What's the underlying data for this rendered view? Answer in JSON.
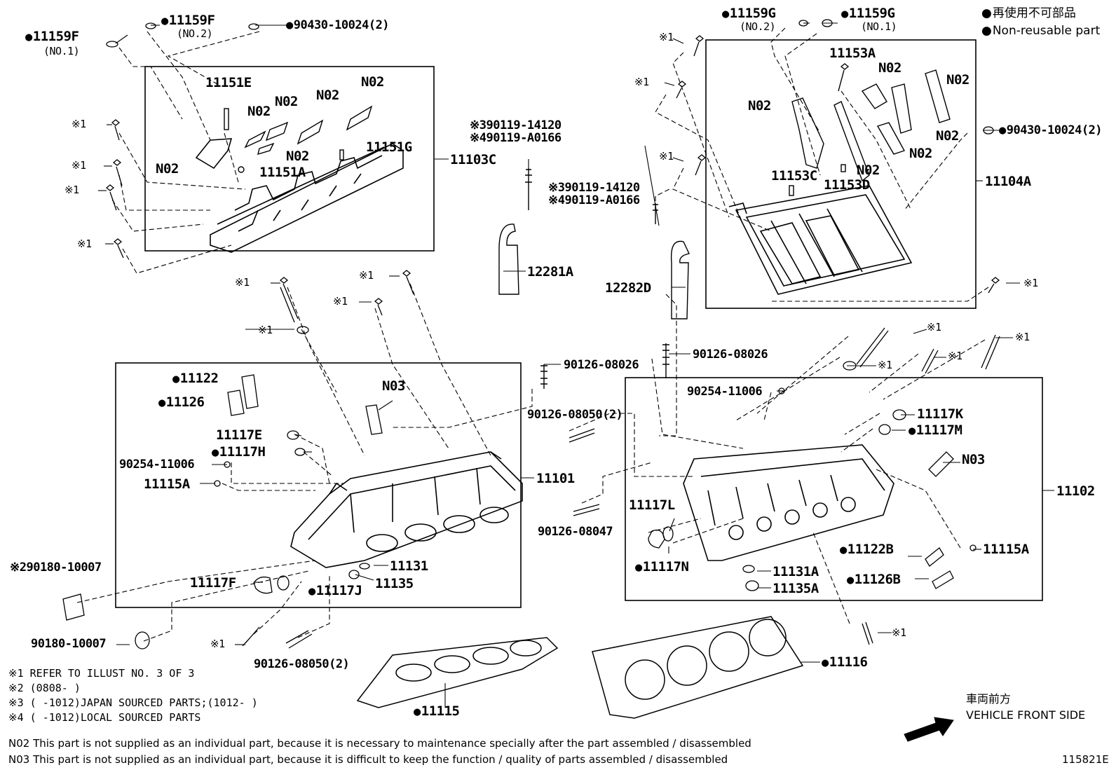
{
  "legend": {
    "japanese": "再使用不可部品",
    "english": "Non-reusable part",
    "front_jp": "車両前方",
    "front_en": "VEHICLE FRONT SIDE"
  },
  "labels": {
    "p11159F_1": "11159F",
    "p11159F_1_sub": "(NO.1)",
    "p11159F_2": "11159F",
    "p11159F_2_sub": "(NO.2)",
    "p90430_L": "90430-10024(2)",
    "p11151E": "11151E",
    "n02_a": "N02",
    "n02_b": "N02",
    "n02_c": "N02",
    "n02_d": "N02",
    "n02_e": "N02",
    "n02_f": "N02",
    "p11151G": "11151G",
    "p11151A": "11151A",
    "p11103C": "11103C",
    "x1_a": "※1",
    "x1_b": "※1",
    "x1_c": "※1",
    "x1_d": "※1",
    "p390119_L": "※390119-14120",
    "p490119_L": "※490119-A0166",
    "p12281A": "12281A",
    "x1_e": "※1",
    "x1_f": "※1",
    "x1_g": "※1",
    "x1_h": "※1",
    "p11159G_2": "11159G",
    "p11159G_2_sub": "(NO.2)",
    "p11159G_1": "11159G",
    "p11159G_1_sub": "(NO.1)",
    "x1_i": "※1",
    "x1_j": "※1",
    "x1_k": "※1",
    "p11153A": "11153A",
    "n02_g": "N02",
    "n02_h": "N02",
    "n02_i": "N02",
    "n02_j": "N02",
    "n02_k": "N02",
    "n02_l": "N02",
    "p90430_R": "90430-10024(2)",
    "p11153C": "11153C",
    "p11153D": "11153D",
    "p11104A": "11104A",
    "p390119_R": "※390119-14120",
    "p490119_R": "※490119-A0166",
    "p12282D": "12282D",
    "x1_l": "※1",
    "p11122": "11122",
    "p11126": "11126",
    "n03_a": "N03",
    "p11117E": "11117E",
    "p11117H": "11117H",
    "p90254_L": "90254-11006",
    "p11115A_L": "11115A",
    "p11101": "11101",
    "p90126_08026_a": "90126-08026",
    "p90126_08026_b": "90126-08026",
    "p90126_08050_a": "90126-08050(2)",
    "p90254_R": "90254-11006",
    "x1_m": "※1",
    "x1_n": "※1",
    "x1_o": "※1",
    "x1_p": "※1",
    "p11117K": "11117K",
    "p11117M": "11117M",
    "n03_b": "N03",
    "p11102": "11102",
    "p11117L": "11117L",
    "p11117N": "11117N",
    "p90126_08047": "90126-08047",
    "p11122B": "11122B",
    "p11115A_R": "11115A",
    "p11131A": "11131A",
    "p11135A": "11135A",
    "p11126B": "11126B",
    "p290180": "※290180-10007",
    "p11131": "11131",
    "p11135": "11135",
    "p11117F": "11117F",
    "p11117J": "11117J",
    "p90180": "90180-10007",
    "x1_q": "※1",
    "p90126_08050_b": "90126-08050(2)",
    "x1_r": "※1",
    "p11116": "11116",
    "p11115": "11115"
  },
  "notes": {
    "n1": "※1 REFER TO ILLUST NO. 3 OF 3",
    "n2": "※2 (0808-     )",
    "n3": "※3 (     -1012)JAPAN SOURCED PARTS;(1012-     )",
    "n4": "※4 (     -1012)LOCAL SOURCED PARTS",
    "n02": "N02  This part is not supplied as an individual part, because it is necessary to maintenance specially after the part assembled / disassembled",
    "n03": "N03  This part is not supplied as an individual part, because it is difficult to keep the function / quality of parts  assembled / disassembled"
  },
  "figure_id": "115821E"
}
